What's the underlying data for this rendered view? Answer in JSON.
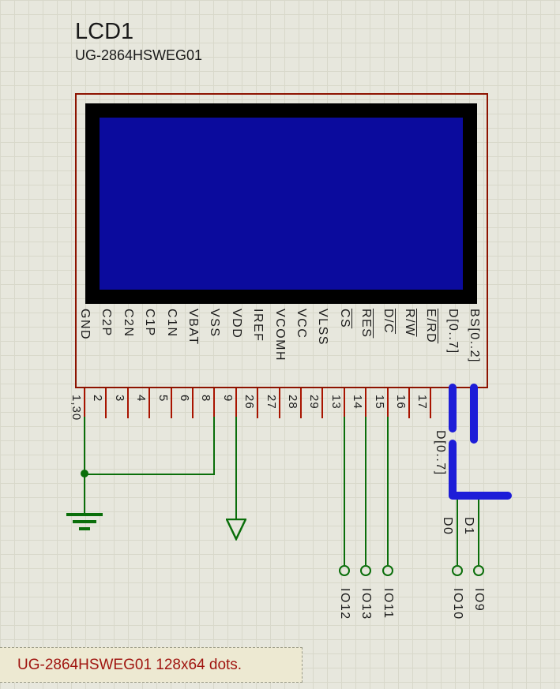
{
  "component": {
    "ref": "LCD1",
    "value": "UG-2864HSWEG01",
    "pins": [
      {
        "number": "1,30",
        "label": "GND",
        "overline": false
      },
      {
        "number": "2",
        "label": "C2P",
        "overline": false
      },
      {
        "number": "3",
        "label": "C2N",
        "overline": false
      },
      {
        "number": "4",
        "label": "C1P",
        "overline": false
      },
      {
        "number": "5",
        "label": "C1N",
        "overline": false
      },
      {
        "number": "6",
        "label": "VBAT",
        "overline": false
      },
      {
        "number": "8",
        "label": "VSS",
        "overline": false
      },
      {
        "number": "9",
        "label": "VDD",
        "overline": false
      },
      {
        "number": "26",
        "label": "IREF",
        "overline": false
      },
      {
        "number": "27",
        "label": "VCOMH",
        "overline": false
      },
      {
        "number": "28",
        "label": "VCC",
        "overline": false
      },
      {
        "number": "29",
        "label": "VLSS",
        "overline": false
      },
      {
        "number": "13",
        "label": "CS",
        "overline": true
      },
      {
        "number": "14",
        "label": "RES",
        "overline": true
      },
      {
        "number": "15",
        "label": "D/C",
        "overline": true
      },
      {
        "number": "16",
        "label": "R/W",
        "overline": true
      },
      {
        "number": "17",
        "label": "E/RD",
        "overline": true
      },
      {
        "number": "",
        "label": "D[0..7]",
        "overline": false
      },
      {
        "number": "",
        "label": "BS[0..2]",
        "overline": false
      }
    ]
  },
  "net_labels": {
    "bus": "D[0..7]",
    "wire_d0": "D0",
    "wire_d1": "D1"
  },
  "terminals": {
    "io12": "IO12",
    "io13": "IO13",
    "io11": "IO11",
    "io10": "IO10",
    "io9": "IO9"
  },
  "tooltip": {
    "text": "UG-2864HSWEG01 128x64 dots."
  },
  "colors": {
    "background": "#e7e7dd",
    "grid": "#d8d8ca",
    "outline": "#8d1300",
    "pin": "#a81400",
    "wire": "#0a6e0a",
    "bus": "#1d1dd8",
    "screen": "#0b0b9d",
    "bezel": "#000000",
    "label_text": "#1a1a1a",
    "tooltip_text": "#a01510"
  }
}
